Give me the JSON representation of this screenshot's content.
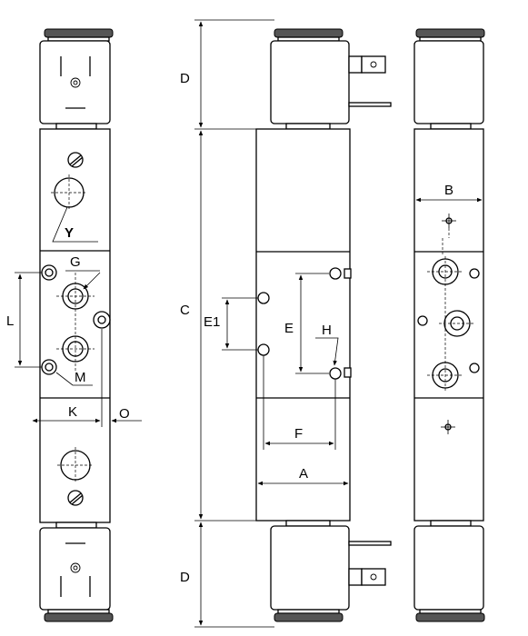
{
  "labels": {
    "D": "D",
    "C": "C",
    "A": "A",
    "B": "B",
    "E": "E",
    "E1": "E1",
    "F": "F",
    "H": "H",
    "G": "G",
    "Y": "Y",
    "L": "L",
    "K": "K",
    "M": "M",
    "O": "O"
  },
  "colors": {
    "line": "#000000",
    "knurl": "#555555",
    "background": "#ffffff"
  }
}
